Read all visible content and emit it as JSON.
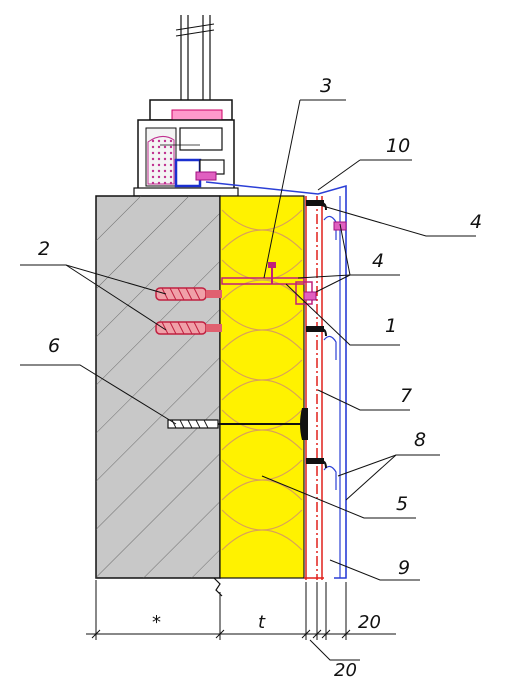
{
  "callouts": {
    "c1": "1",
    "c2": "2",
    "c3": "3",
    "c4a": "4",
    "c4b": "4",
    "c5": "5",
    "c6": "6",
    "c7": "7",
    "c8": "8",
    "c9": "9",
    "c10": "10"
  },
  "dimensions": {
    "wall": "*",
    "insulation": "t",
    "gap_right": "20",
    "gap_bottom": "20"
  },
  "colors": {
    "concrete": "#c8c8c8",
    "insulation": "#fff200",
    "insulation_wave": "#d9a05a",
    "membrane": "#e0201c",
    "cladding": "#2b3fd6",
    "bracket": "#c0207a",
    "dowel": "#e06070",
    "line": "#111111"
  }
}
